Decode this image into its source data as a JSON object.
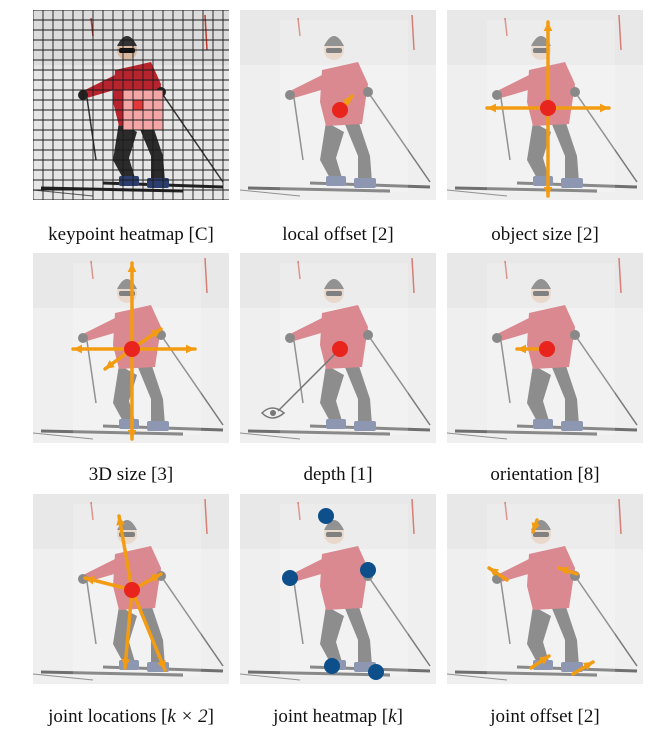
{
  "figure": {
    "panels": [
      {
        "id": "keypoint-heatmap",
        "caption": "keypoint heatmap [C]"
      },
      {
        "id": "local-offset",
        "caption": "local offset [2]"
      },
      {
        "id": "object-size",
        "caption": "object size [2]"
      },
      {
        "id": "size-3d",
        "caption": "3D size [3]"
      },
      {
        "id": "depth",
        "caption": "depth [1]"
      },
      {
        "id": "orientation",
        "caption": "orientation [8]"
      },
      {
        "id": "joint-locations",
        "caption_prefix": "joint locations [",
        "caption_math": "k × 2",
        "caption_suffix": "]"
      },
      {
        "id": "joint-heatmap",
        "caption_prefix": "joint heatmap [",
        "caption_math": "k",
        "caption_suffix": "]"
      },
      {
        "id": "joint-offset",
        "caption": "joint offset [2]"
      }
    ],
    "colors": {
      "arrow": "#f39c12",
      "center_point": "#e8241c",
      "joint_point": "#0d4f8b",
      "heat_low": "#f4a6a6",
      "heat_high": "#e23a3a",
      "grid": "#1a1a1a",
      "jacket": "#b8242e",
      "pants": "#2b2b2b"
    },
    "icons": {
      "depth_marker": "eye-icon"
    }
  }
}
